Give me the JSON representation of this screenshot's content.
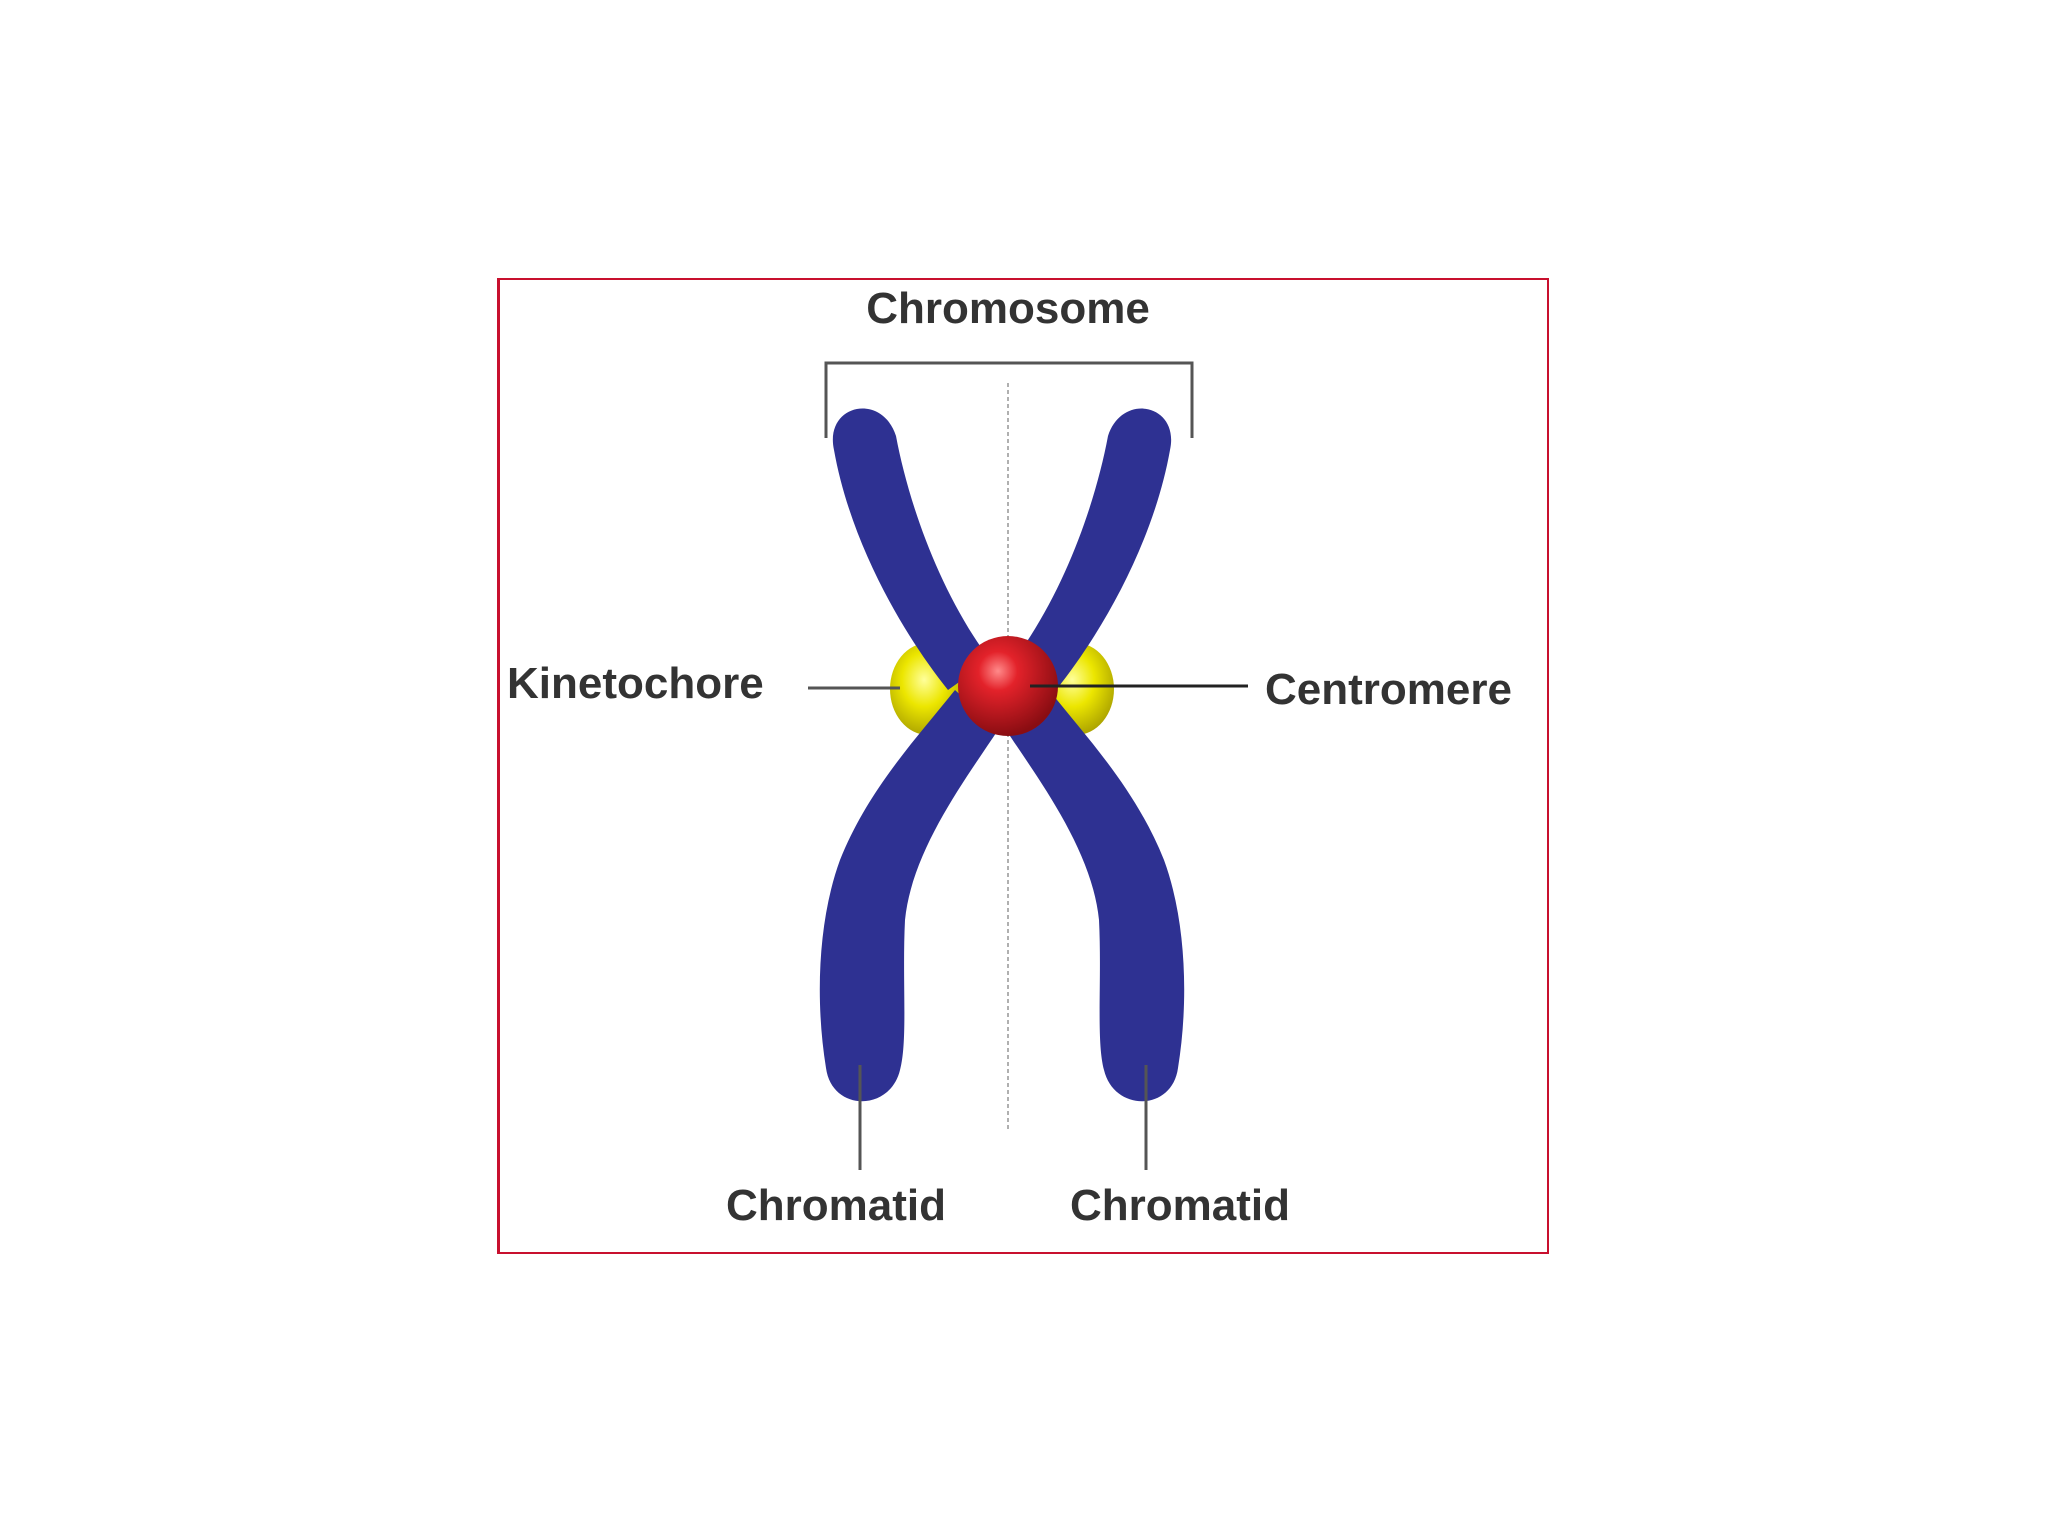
{
  "diagram": {
    "labels": {
      "chromosome": "Chromosome",
      "kinetochore": "Kinetochore",
      "centromere": "Centromere",
      "chromatid_left": "Chromatid",
      "chromatid_right": "Chromatid"
    },
    "colors": {
      "frame_border": "#c8102e",
      "chromatid_fill": "#2e3192",
      "centromere_fill": "#d71920",
      "kinetochore_fill": "#e8e000",
      "label_text": "#333333",
      "leader_line": "#555555",
      "axis_line": "#b0b0b0"
    }
  }
}
